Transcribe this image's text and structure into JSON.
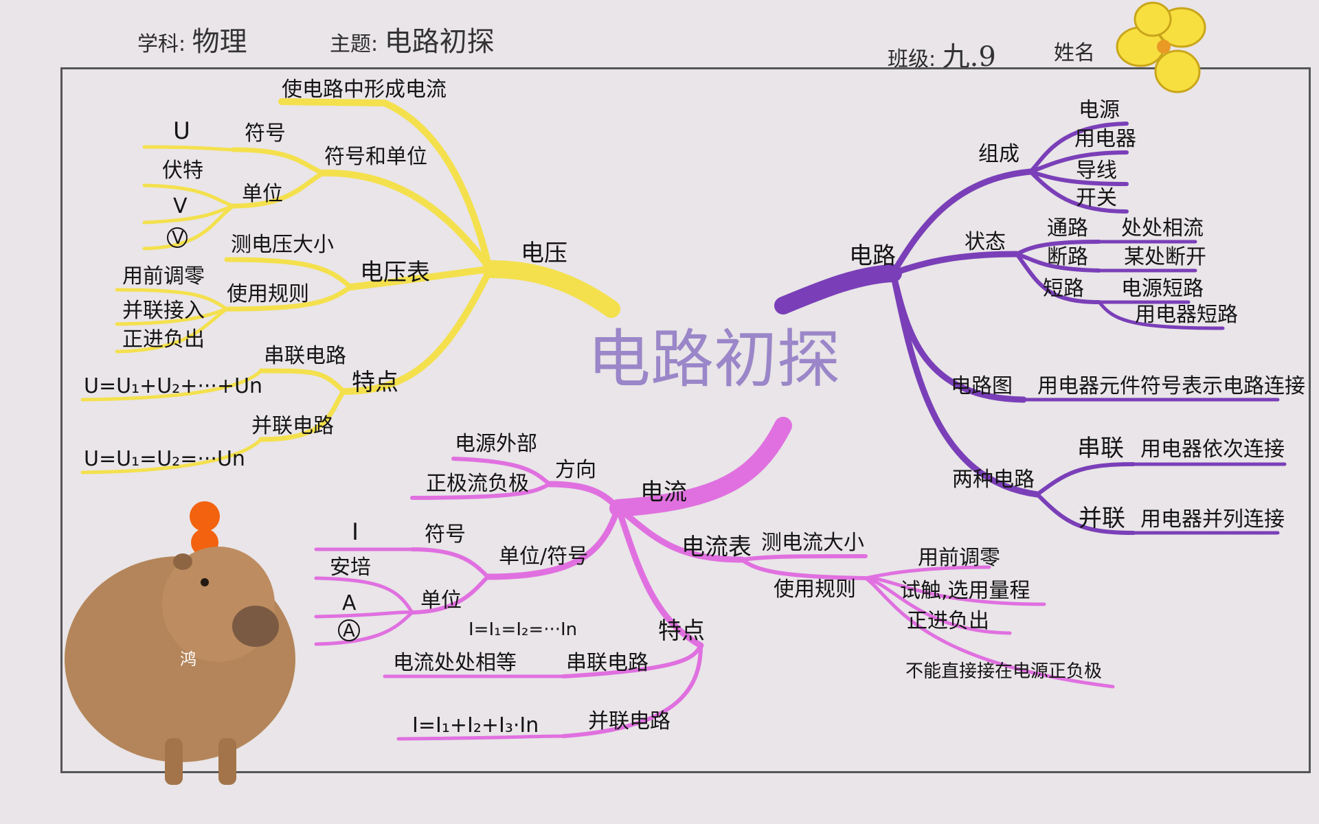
{
  "header": {
    "subject_label": "学科:",
    "subject_value": "物理",
    "topic_label": "主题:",
    "topic_value": "电路初探",
    "class_label": "班级:",
    "class_value": "九.9",
    "name_label": "姓名"
  },
  "colors": {
    "voltage": "#f4e04d",
    "current": "#e070e0",
    "circuit": "#7a3fb8",
    "center_text": "#9a86c8",
    "ink": "#141414"
  },
  "center": {
    "title": "电路初探"
  },
  "voltage": {
    "title": "电压",
    "purpose": "使电路中形成电流",
    "symbol_unit": "符号和单位",
    "symbol_label": "符号",
    "symbol_value": "U",
    "unit_label": "单位",
    "unit_name": "伏特",
    "unit_symbol": "V",
    "unit_meter": "V",
    "meter": "电压表",
    "meter_measure": "测电压大小",
    "meter_rules": "使用规则",
    "rules": [
      "用前调零",
      "并联接入",
      "正进负出"
    ],
    "features": "特点",
    "series": "串联电路",
    "series_formula": "U=U₁+U₂+···+Un",
    "parallel": "并联电路",
    "parallel_formula": "U=U₁=U₂=···Un"
  },
  "current": {
    "title": "电流",
    "direction": "方向",
    "dir_1": "电源外部",
    "dir_2": "正极流负极",
    "unit_symbol_group": "单位/符号",
    "symbol_label": "符号",
    "symbol_value": "I",
    "unit_label": "单位",
    "unit_name": "安培",
    "unit_symbol": "A",
    "unit_meter": "A",
    "meter": "电流表",
    "meter_measure": "测电流大小",
    "meter_rules": "使用规则",
    "rules": [
      "用前调零",
      "试触,选用量程",
      "正进负出",
      "不能直接接在电源正负极"
    ],
    "features": "特点",
    "series": "串联电路",
    "series_formula": "I=I₁=I₂=···In",
    "series_desc": "电流处处相等",
    "parallel": "并联电路",
    "parallel_formula": "I=I₁+I₂+I₃·In"
  },
  "circuit": {
    "title": "电路",
    "composition": "组成",
    "components": [
      "电源",
      "用电器",
      "导线",
      "开关"
    ],
    "state": "状态",
    "states": [
      {
        "name": "通路",
        "desc": "处处相流"
      },
      {
        "name": "断路",
        "desc": "某处断开"
      },
      {
        "name": "短路",
        "desc": "电源短路"
      }
    ],
    "short_extra": "用电器短路",
    "diagram": "电路图",
    "diagram_desc": "用电器元件符号表示电路连接",
    "two_types": "两种电路",
    "series": "串联",
    "series_desc": "用电器依次连接",
    "parallel": "并联",
    "parallel_desc": "用电器并列连接"
  },
  "sticker": {
    "text": "鸿"
  }
}
